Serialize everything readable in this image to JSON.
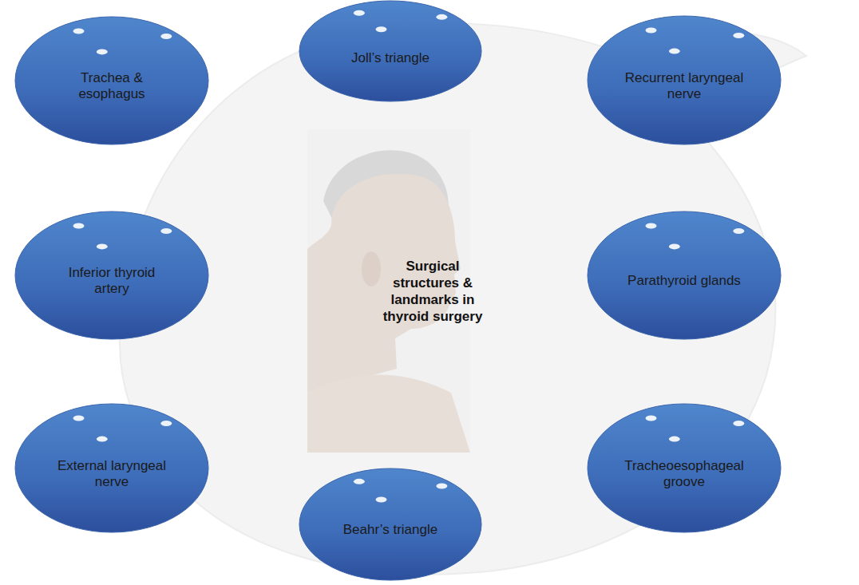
{
  "diagram": {
    "nodes": [
      {
        "text": [
          "Joll’s triangle"
        ]
      },
      {
        "text": [
          "Trachea & esophagus"
        ]
      },
      {
        "text": [
          "Recurrent laryngeal nerve"
        ]
      },
      {
        "text": [
          "Inferior thyroid artery"
        ]
      },
      {
        "text": [
          "Surgical structures & landmarks in thyroid surgery"
        ]
      },
      {
        "text": [
          "Parathyroid glands"
        ]
      },
      {
        "text": [
          "External laryngeal nerve"
        ]
      },
      {
        "text": [
          "Tracheoesophageal groove"
        ]
      },
      {
        "text": [
          "Beahr’s triangle"
        ]
      }
    ]
  }
}
